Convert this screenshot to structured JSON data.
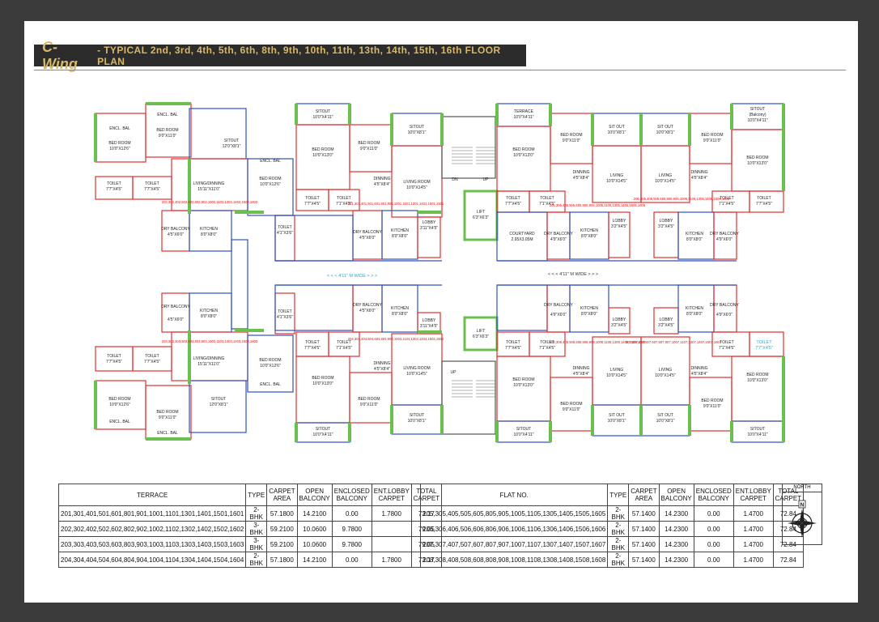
{
  "title": {
    "wing": "C-Wing",
    "rest": "- TYPICAL 2nd, 3rd, 4th, 5th, 6th, 8th, 9th, 10th, 11th, 13th, 14th, 15th, 16th FLOOR PLAN"
  },
  "plan": {
    "corridor_label": "< < < 4'11\" M WIDE > > >",
    "rooms": {
      "encl_bal": "ENCL. BAL",
      "bed_room": "BED ROOM",
      "bed_10_12": "10'0\"X12'6\"",
      "bed_9_11": "9'0\"X11'0\"",
      "bed_10_13": "10'0\"X13'0\"",
      "bed_10_12b": "10'0\"X12'6\"",
      "sitout": "SITOUT",
      "sit_out": "SIT OUT",
      "sitout_12_8": "12'0\"X8'1\"",
      "sitout_10_8": "10'0\"X8'1\"",
      "sitout_10_4": "10'0\"X4'11\"",
      "sitout_balcony": "(Balcony)",
      "terrace": "TERRACE",
      "terrace_dim": "10'0\"X4'11\"",
      "toilet": "TOILET",
      "toilet_dim": "7'7\"X4'5\"",
      "toilet_dim2": "7'1\"X4'5\"",
      "toilet_dim3": "4'1\"X3'6\"",
      "living": "LIVING/DINNING",
      "living_dim": "15'11\"X11'0\"",
      "living2": "LIVING ROOM",
      "living2_dim": "10'0\"X14'5\"",
      "living3": "LIVING",
      "living3_dim": "10'0\"X14'5\"",
      "dinning": "DINNING",
      "dinning_dim": "4'5\"X8'4\"",
      "dry_balcony": "DRY BALCONY",
      "dry_dim": "4'5\"X6'0\"",
      "dry_dim2": "4'9\"X6'0\"",
      "kitchen": "KITCHEN",
      "kitchen_dim": "8'0\"X8'0\"",
      "lobby": "LOBBY",
      "lobby_dim": "3'11\"X4'5\"",
      "lobby_dim2": "3'2\"X4'5\"",
      "lift": "LIFT",
      "lift_dim": "6'3\"X6'3\"",
      "courtyard": "COURTYARD",
      "courtyard_dim": "2.95X3.05M",
      "dn": "DN",
      "up": "UP"
    },
    "flat_nos": {
      "a": "201,301,401,501,601,801,901,1001,1101,1301,1401,1501,1601",
      "b": "202,302,402,502,602,802,902,1002,1102,1302,1402,1502,1602",
      "c": "203,303,403,503,603,803,903,1003,1103,1303,1403,1503,1603",
      "d": "204,304,404,504,604,804,904,1004,1104,1304,1404,1504,1604",
      "e": "205,305,405,505,605,805,905,1005,1105,1305,1405,1505,1605",
      "f": "206,306,406,506,606,806,906,1006,1106,1306,1406,1506,1606",
      "g": "207,307,407,507,607,807,907,1007,1107,1307,1407,1507,1607",
      "h": "208,308,408,508,608,808,908,1008,1108,1308,1408,1508,1608"
    }
  },
  "table_left": {
    "headers": [
      "TERRACE",
      "TYPE",
      "CARPET AREA",
      "OPEN BALCONY",
      "ENCLOSED BALCONY",
      "ENT.LOBBY CARPET",
      "TOTAL CARPET"
    ],
    "rows": [
      [
        "201,301,401,501,601,801,901,1001,1101,1301,1401,1501,1601",
        "2-BHK",
        "57.1800",
        "14.2100",
        "0.00",
        "1.7800",
        "73.17"
      ],
      [
        "202,302,402,502,602,802,902,1002,1102,1302,1402,1502,1602",
        "3-BHK",
        "59.2100",
        "10.0600",
        "9.7800",
        "",
        "79.05"
      ],
      [
        "203,303,403,503,603,803,903,1003,1103,1303,1403,1503,1603",
        "3-BHK",
        "59.2100",
        "10.0600",
        "9.7800",
        "",
        "79.05"
      ],
      [
        "204,304,404,504,604,804,904,1004,1104,1304,1404,1504,1604",
        "2-BHK",
        "57.1800",
        "14.2100",
        "0.00",
        "1.7800",
        "73.17"
      ]
    ]
  },
  "table_right": {
    "headers": [
      "FLAT NO.",
      "TYPE",
      "CARPET AREA",
      "OPEN BALCONY",
      "ENCLOSED BALCONY",
      "ENT.LOBBY CARPET",
      "TOTAL CARPET"
    ],
    "rows": [
      [
        "205,305,405,505,605,805,905,1005,1105,1305,1405,1505,1605",
        "2-BHK",
        "57.1400",
        "14.2300",
        "0.00",
        "1.4700",
        "72.84"
      ],
      [
        "206,306,406,506,606,806,906,1006,1106,1306,1406,1506,1606",
        "2-BHK",
        "57.1400",
        "14.2300",
        "0.00",
        "1.4700",
        "72.84"
      ],
      [
        "207,307,407,507,607,807,907,1007,1107,1307,1407,1507,1607",
        "2-BHK",
        "57.1400",
        "14.2300",
        "0.00",
        "1.4700",
        "72.84"
      ],
      [
        "208,308,408,508,608,808,908,1008,1108,1308,1408,1508,1608",
        "2-BHK",
        "57.1400",
        "14.2300",
        "0.00",
        "1.4700",
        "72.84"
      ]
    ]
  },
  "north": {
    "label": "NORTH",
    "letter": "N"
  },
  "colors": {
    "frame": "#3b3b3b",
    "title_bg": "#2c2c2c",
    "title_text": "#d8b769",
    "wall_red": "#e03030",
    "wall_blue": "#3050c0",
    "balcony_green": "#6bbf4e"
  }
}
